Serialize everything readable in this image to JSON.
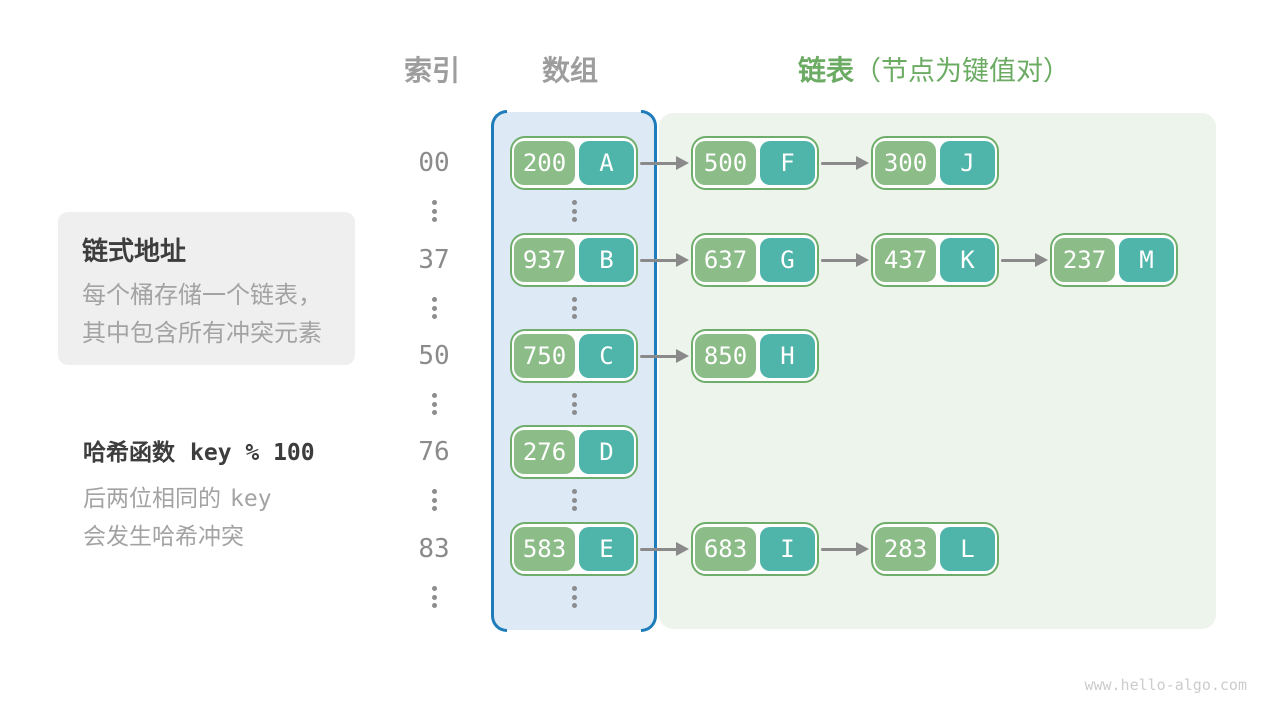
{
  "header": {
    "index_label": "索引",
    "array_label": "数组",
    "list_label": "链表",
    "list_note": "（节点为键值对）"
  },
  "note_box": {
    "title": "链式地址",
    "lines": [
      "每个桶存储一个链表，",
      "其中包含所有冲突元素"
    ]
  },
  "hash_note": {
    "title_text": "哈希函数",
    "title_code": "key % 100",
    "line1_text": "后两位相同的",
    "line1_code": "key",
    "line2_text": "会发生哈希冲突"
  },
  "buckets": [
    {
      "index": "00",
      "nodes": [
        {
          "key": "200",
          "value": "A"
        },
        {
          "key": "500",
          "value": "F"
        },
        {
          "key": "300",
          "value": "J"
        }
      ]
    },
    {
      "index": "37",
      "nodes": [
        {
          "key": "937",
          "value": "B"
        },
        {
          "key": "637",
          "value": "G"
        },
        {
          "key": "437",
          "value": "K"
        },
        {
          "key": "237",
          "value": "M"
        }
      ]
    },
    {
      "index": "50",
      "nodes": [
        {
          "key": "750",
          "value": "C"
        },
        {
          "key": "850",
          "value": "H"
        }
      ]
    },
    {
      "index": "76",
      "nodes": [
        {
          "key": "276",
          "value": "D"
        }
      ]
    },
    {
      "index": "83",
      "nodes": [
        {
          "key": "583",
          "value": "E"
        },
        {
          "key": "683",
          "value": "I"
        },
        {
          "key": "283",
          "value": "L"
        }
      ]
    }
  ],
  "watermark": "www.hello-algo.com",
  "colors": {
    "node_key_bg": "#8cbc87",
    "node_value_bg": "#4fb4aa",
    "node_border": "#6fae6a",
    "array_fill": "#ddeaf6",
    "array_border": "#1e7cba",
    "list_fill": "#edf4ec",
    "accent_green_text": "#6cab63",
    "gray_text": "#9d9d9d",
    "dark_text": "#3d3d3d",
    "arrow": "#8a8a8a"
  }
}
